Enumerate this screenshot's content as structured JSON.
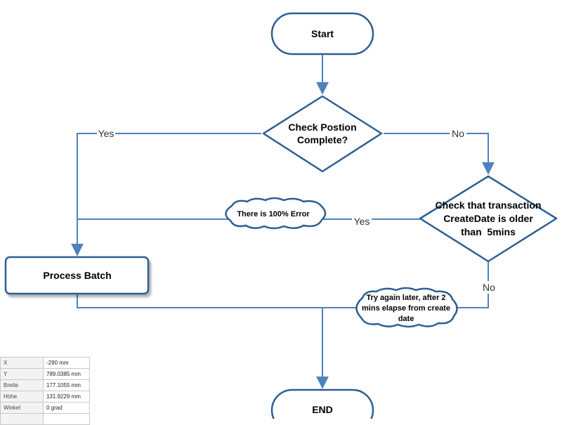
{
  "diagram": {
    "nodes": {
      "start": "Start",
      "check_position": [
        "Check Postion",
        "Complete?"
      ],
      "check_transaction": [
        "Check that transaction",
        "CreateDate is older",
        "than  5mins"
      ],
      "process_batch": "Process Batch",
      "end": "END"
    },
    "notes": {
      "error": "There is 100% Error",
      "retry": [
        "Try again later, after 2",
        "mins elapse from create",
        "date"
      ]
    },
    "edge_labels": {
      "check_position_yes": "Yes",
      "check_position_no": "No",
      "check_transaction_yes": "Yes",
      "check_transaction_no": "No"
    }
  },
  "properties": [
    {
      "key": "X",
      "value": "-290 mm"
    },
    {
      "key": "Y",
      "value": "789.0385 mm"
    },
    {
      "key": "Breite",
      "value": "177.1055 mm"
    },
    {
      "key": "Höhe",
      "value": "131.9229 mm"
    },
    {
      "key": "Winkel",
      "value": "0 grad"
    },
    {
      "key": "",
      "value": ""
    }
  ],
  "colors": {
    "shape_stroke": "#2e5e91",
    "connector": "#4f81bd",
    "text": "#000000"
  }
}
